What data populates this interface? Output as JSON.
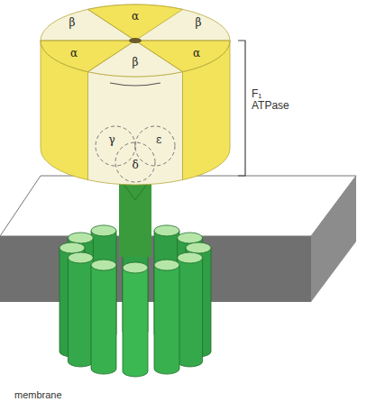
{
  "diagram": {
    "labels": [
      "β",
      "α",
      "β",
      "α",
      "β",
      "α",
      "γ",
      "ε",
      "δ",
      "F₁ ATPase",
      "membrane"
    ]
  }
}
